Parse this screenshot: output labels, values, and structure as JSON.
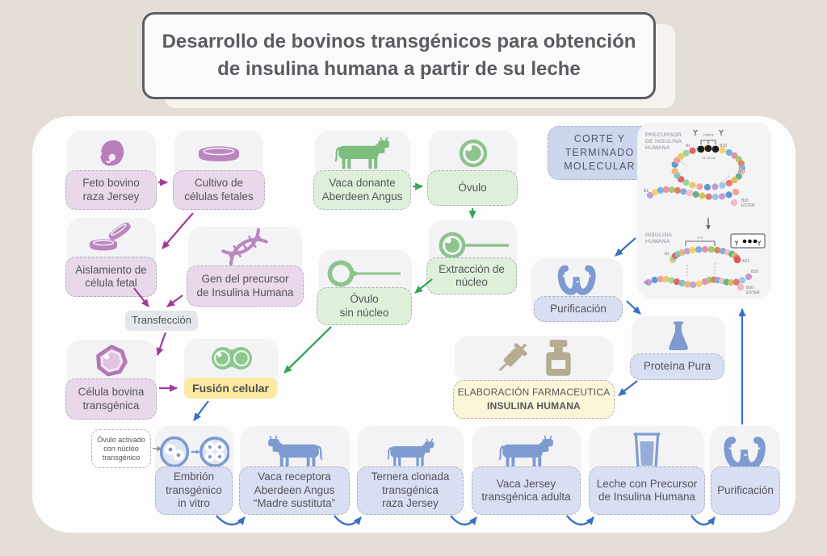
{
  "title": {
    "line1": "Desarrollo de bovinos transgénicos para obtención",
    "line2": "de insulina humana a partir de su leche"
  },
  "colors": {
    "purple_flow": "#a03c98",
    "green_flow": "#3aa55a",
    "blue_flow": "#3a70c4",
    "fusion_highlight": "#fce9a2",
    "elaboracion_highlight": "#fbf6d8"
  },
  "nodes": {
    "feto": {
      "label": "Feto bovino\nraza Jersey"
    },
    "cultivo": {
      "label": "Cultivo de\ncélulas fetales"
    },
    "aislamiento": {
      "label": "Aislamiento de\ncélula fetal"
    },
    "gen": {
      "label": "Gen del precursor\nde Insulina Humana"
    },
    "transfeccion": {
      "label": "Transfección"
    },
    "celula_bovina": {
      "label": "Célula bovina\ntransgénica"
    },
    "fusion": {
      "label": "Fusión celular"
    },
    "vaca_donante": {
      "label": "Vaca donante\nAberdeen Angus"
    },
    "ovulo": {
      "label": "Óvulo"
    },
    "extraccion": {
      "label": "Extracción de\nnúcleo"
    },
    "ovulo_sin_nucleo": {
      "label": "Óvulo\nsin núcleo"
    },
    "corte": {
      "label": "CORTE Y\nTERMINADO\nMOLECULAR"
    },
    "purificacion1": {
      "label": "Purificación"
    },
    "proteina": {
      "label": "Proteína Pura"
    },
    "elaboracion": {
      "line1": "ELABORACIÓN FARMACEUTICA",
      "line2": "INSULINA HUMANA"
    },
    "ovulo_activado": {
      "label": "Óvulo activado\ncon núcleo\ntransgénico"
    },
    "embrion": {
      "label": "Embrión\ntransgénico\nin vitro"
    },
    "vaca_receptora": {
      "label": "Vaca receptora\nAberdeen Angus\n“Madre sustituta”"
    },
    "ternera": {
      "label": "Ternera clonada\ntransgénica\nraza Jersey"
    },
    "vaca_jersey": {
      "label": "Vaca Jersey\ntransgénica adulta"
    },
    "leche": {
      "label": "Leche con Precursor\nde Insulina Humana"
    },
    "purificacion2": {
      "label": "Purificación"
    }
  },
  "molecular": {
    "precursor_label": "PRECURSOR\nDE INSULINA\nHUMANA",
    "insulina_label": "INSULINA\nHUMANA",
    "linkers_label": "Linkers",
    "palette": [
      "#5b9bd5",
      "#f2a0a0",
      "#e8c96e",
      "#9fd5a0",
      "#e06666",
      "#7fc4c4",
      "#f0b27a",
      "#b7a6d6",
      "#f7d06b",
      "#6fb3e0",
      "#e88fb0",
      "#a3c96e",
      "#d98859",
      "#8fa8d8",
      "#f4c2c2",
      "#66b28a",
      "#d6c25e",
      "#e07a7a",
      "#9cc8e8",
      "#c79bd1"
    ],
    "tags": {
      "a1": "A1",
      "b29": "B29",
      "l123": "L1 L2 L3",
      "a21": "A21",
      "b1": "B1",
      "b30": "B30",
      "ester": "ESTER",
      "ss": "s–s",
      "a1b": "A1",
      "a21b": "A21",
      "b1b": "B1",
      "b29b": "B29",
      "b30b": "B30",
      "esterb": "ESTER"
    }
  }
}
